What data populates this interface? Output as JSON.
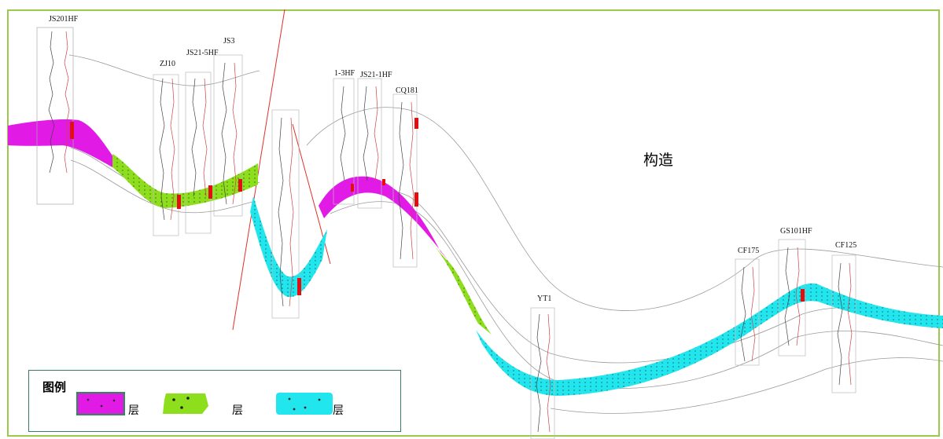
{
  "diagram": {
    "title": "构造",
    "wells": [
      {
        "name": "JS201HF"
      },
      {
        "name": "ZJ10"
      },
      {
        "name": "JS21-5HF"
      },
      {
        "name": "JS3"
      },
      {
        "name": "1-3HF"
      },
      {
        "name": "JS21-1HF"
      },
      {
        "name": "CQ181"
      },
      {
        "name": "YT1"
      },
      {
        "name": "CF175"
      },
      {
        "name": "GS101HF"
      },
      {
        "name": "CF125"
      }
    ],
    "colors": {
      "layer_magenta": "#e21ae6",
      "layer_green": "#8dde1c",
      "layer_cyan": "#22e6ee",
      "fault": "#e0302a",
      "frame": "#9bc94a",
      "marker": "#e01010"
    }
  },
  "legend": {
    "title": "图例",
    "items": [
      {
        "label": "层",
        "color": "#e21ae6",
        "icon": "magenta-swatch"
      },
      {
        "label": "层",
        "color": "#8dde1c",
        "icon": "green-swatch"
      },
      {
        "label": "层",
        "color": "#22e6ee",
        "icon": "cyan-swatch"
      }
    ]
  }
}
